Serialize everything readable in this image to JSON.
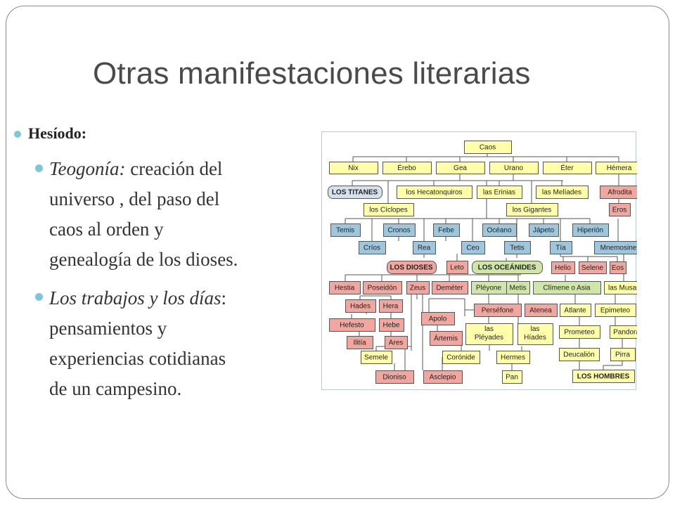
{
  "title": "Otras manifestaciones literarias",
  "section": {
    "heading": "Hesíodo:",
    "items": [
      {
        "italic": "Teogonía:",
        "lines": [
          "creación del",
          "universo , del paso del",
          "caos al orden y",
          "genealogía de los dioses."
        ]
      },
      {
        "italic": "Los trabajos y los días",
        "suffix": ":",
        "lines": [
          "pensamientos y",
          "experiencias cotidianas",
          "de un campesino."
        ]
      }
    ]
  },
  "diagram": {
    "colors": {
      "yellow": "#ffffaa",
      "blue": "#9ec6dc",
      "pink": "#f0a79f",
      "green": "#cfe6a8",
      "banner": "#d6e1ee",
      "line": "#555555"
    },
    "nodes": {
      "caos": "Caos",
      "nix": "Nix",
      "erebo": "Érebo",
      "gea": "Gea",
      "urano": "Urano",
      "eter": "Éter",
      "hemera": "Hémera",
      "titanes": "LOS TITANES",
      "hecatonquiros": "los Hecatonquiros",
      "erinias": "las Erinias",
      "meliades": "las Melíades",
      "afrodita": "Afrodita",
      "ciclopes": "los Cíclopes",
      "gigantes": "los Gigantes",
      "eros": "Eros",
      "temis": "Temis",
      "cronos": "Cronos",
      "febe": "Febe",
      "oceano": "Océano",
      "japeto": "Jápeto",
      "hiperion": "Hiperión",
      "crios": "Críos",
      "rea": "Rea",
      "ceo": "Ceo",
      "tetis": "Tetis",
      "tia": "Tía",
      "mnemosine": "Mnemosine",
      "dioses": "LOS DIOSES",
      "leto": "Leto",
      "oceanides": "LOS OCEÁNIDES",
      "helio": "Helio",
      "selene": "Selene",
      "eos": "Eos",
      "hestia": "Hestia",
      "poseidon": "Poseidón",
      "zeus": "Zeus",
      "demeter": "Deméter",
      "pleyone": "Pléyone",
      "metis": "Metis",
      "climene": "Clímene o Asia",
      "musas": "las Musas",
      "hades": "Hades",
      "hera": "Hera",
      "persefone": "Perséfone",
      "atenea": "Atenea",
      "atlante": "Atlante",
      "epimeteo": "Epimeteo",
      "apolo": "Apolo",
      "hefesto": "Hefesto",
      "hebe": "Hebe",
      "pleyades": "las Pléyades",
      "hiades": "las Híades",
      "prometeo": "Prometeo",
      "pandora": "Pandora",
      "ilitia": "Ilitía",
      "ares": "Ares",
      "artemis": "Ártemis",
      "semele": "Semele",
      "coronide": "Corónide",
      "hermes": "Hermes",
      "deucalion": "Deucalión",
      "pirra": "Pirra",
      "dioniso": "Dioniso",
      "asclepio": "Asclepio",
      "pan": "Pan",
      "hombres": "LOS HOMBRES"
    }
  }
}
